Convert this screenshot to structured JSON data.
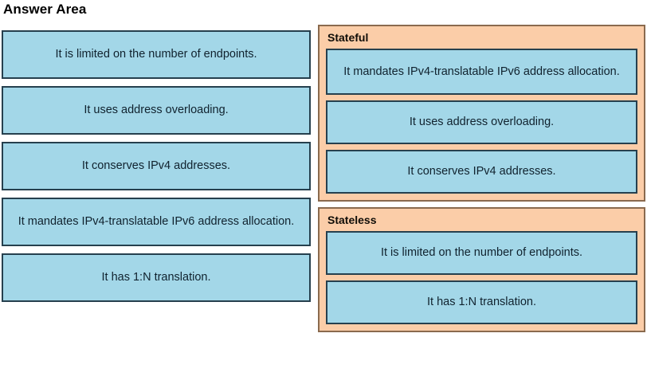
{
  "page": {
    "title": "Answer Area"
  },
  "colors": {
    "tile_fill": "#a3d7e8",
    "tile_border": "#26404e",
    "bucket_fill": "#fbcda8",
    "bucket_border": "#8a6a4e",
    "text": "#10222e",
    "background": "#ffffff"
  },
  "source_column": {
    "name": "answer-choices",
    "tiles": [
      {
        "label": "It is limited on the number of endpoints."
      },
      {
        "label": "It uses address overloading."
      },
      {
        "label": "It conserves IPv4 addresses."
      },
      {
        "label": "It mandates IPv4-translatable IPv6 address allocation."
      },
      {
        "label": "It has 1:N translation."
      }
    ]
  },
  "target_column": {
    "buckets": [
      {
        "title": "Stateful",
        "tiles": [
          {
            "label": "It mandates IPv4-translatable IPv6 address allocation."
          },
          {
            "label": "It uses address overloading."
          },
          {
            "label": "It conserves IPv4 addresses."
          }
        ]
      },
      {
        "title": "Stateless",
        "tiles": [
          {
            "label": "It is limited on the number of endpoints."
          },
          {
            "label": "It has 1:N translation."
          }
        ]
      }
    ]
  }
}
